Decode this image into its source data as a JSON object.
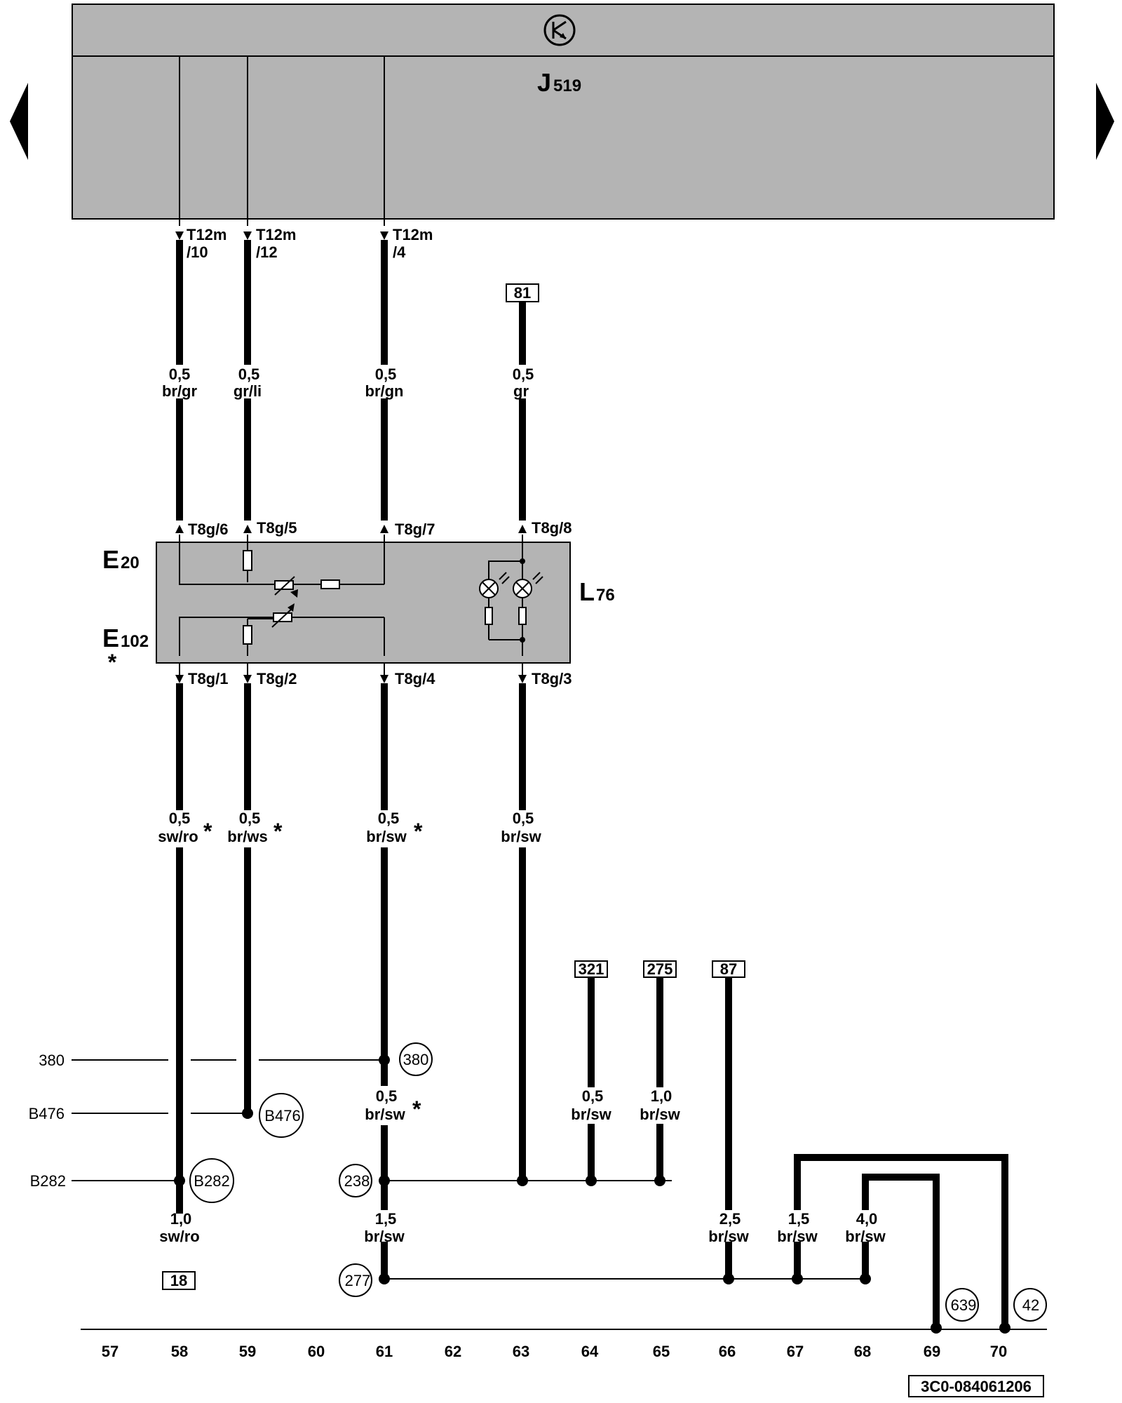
{
  "nav": {
    "prev_icon": "triangle-left-icon",
    "next_icon": "triangle-right-icon"
  },
  "colors": {
    "component_fill": "#b4b4b4",
    "wire": "#000000",
    "background": "#ffffff"
  },
  "control_unit": {
    "name": "J",
    "sub": "519",
    "symbol_icon": "electronic-unit-icon"
  },
  "components": {
    "e20": {
      "name": "E",
      "sub": "20"
    },
    "e102": {
      "name": "E",
      "sub": "102",
      "mark": "*"
    },
    "l76": {
      "name": "L",
      "sub": "76"
    }
  },
  "top_pins": [
    {
      "line1": "T12m",
      "line2": "/10"
    },
    {
      "line1": "T12m",
      "line2": "/12"
    },
    {
      "line1": "T12m",
      "line2": "/4"
    }
  ],
  "switch_top_pins": [
    "T8g/6",
    "T8g/5",
    "T8g/7",
    "T8g/8"
  ],
  "switch_bottom_pins": [
    "T8g/1",
    "T8g/2",
    "T8g/4",
    "T8g/3"
  ],
  "upper_wires": [
    {
      "size": "0,5",
      "color": "br/gr"
    },
    {
      "size": "0,5",
      "color": "gr/li"
    },
    {
      "size": "0,5",
      "color": "br/gn"
    },
    {
      "size": "0,5",
      "color": "gr"
    }
  ],
  "lower_wires": [
    {
      "size": "0,5",
      "color": "sw/ro",
      "mark": "*"
    },
    {
      "size": "0,5",
      "color": "br/ws",
      "mark": "*"
    },
    {
      "size": "0,5",
      "color": "br/sw",
      "mark": "*"
    },
    {
      "size": "0,5",
      "color": "br/sw",
      "mark": ""
    }
  ],
  "ref_boxes": {
    "r81": "81",
    "r321": "321",
    "r275": "275",
    "r87": "87",
    "r18": "18"
  },
  "ground_wires": [
    {
      "size": "0,5",
      "color": "br/sw",
      "mark": "*"
    },
    {
      "size": "0,5",
      "color": "br/sw"
    },
    {
      "size": "1,0",
      "color": "br/sw"
    },
    {
      "size": "1,0",
      "color": "sw/ro"
    },
    {
      "size": "1,5",
      "color": "br/sw"
    },
    {
      "size": "2,5",
      "color": "br/sw"
    },
    {
      "size": "1,5",
      "color": "br/sw"
    },
    {
      "size": "4,0",
      "color": "br/sw"
    }
  ],
  "row_labels": [
    "380",
    "B476",
    "B282"
  ],
  "circles": [
    "380",
    "B476",
    "B282",
    "238",
    "277",
    "639",
    "42"
  ],
  "columns": [
    "57",
    "58",
    "59",
    "60",
    "61",
    "62",
    "63",
    "64",
    "65",
    "66",
    "67",
    "68",
    "69",
    "70"
  ],
  "footer_code": "3C0-084061206"
}
